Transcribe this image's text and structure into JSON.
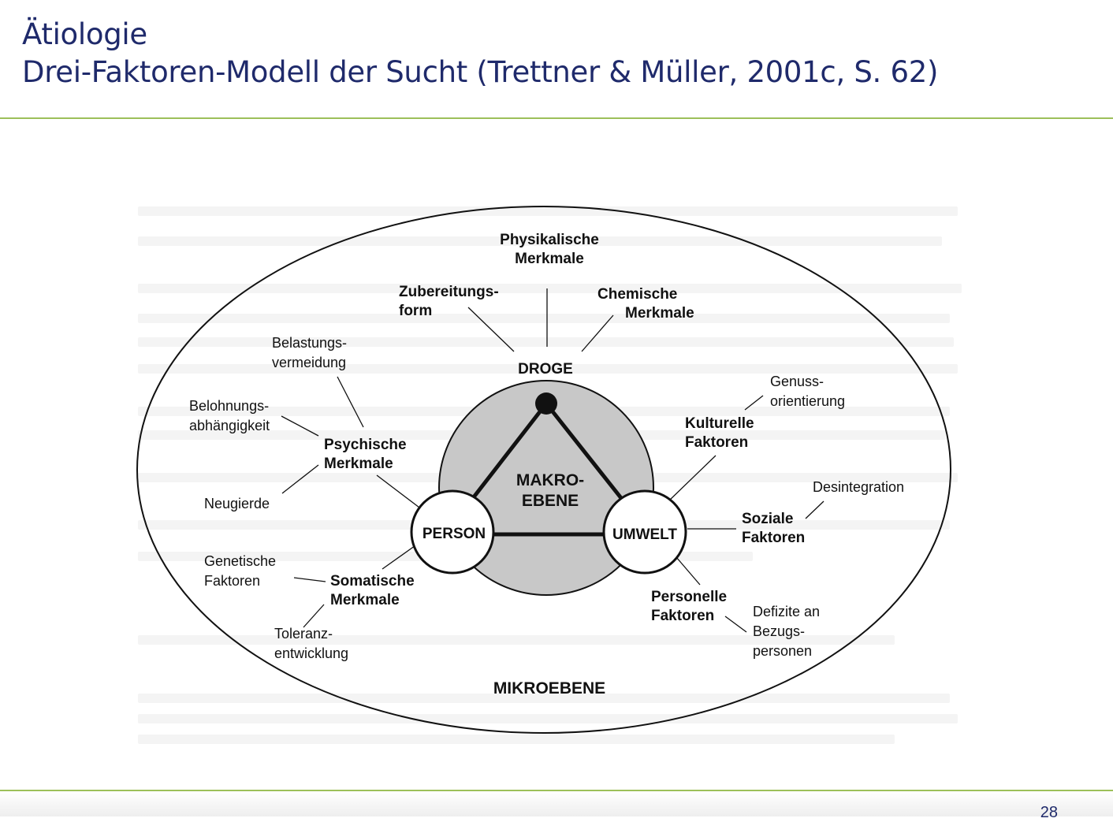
{
  "slide": {
    "title_line1": "Ätiologie",
    "title_line2": "Drei-Faktoren-Modell der Sucht (Trettner & Müller, 2001c, S. 62)",
    "page_number": "28"
  },
  "diagram": {
    "outer_label": "MIKROEBENE",
    "inner_label_line1": "MAKRO-",
    "inner_label_line2": "EBENE",
    "nodes": {
      "droge": "DROGE",
      "person": "PERSON",
      "umwelt": "UMWELT"
    },
    "drug_factors": {
      "physikalische_1": "Physikalische",
      "physikalische_2": "Merkmale",
      "zubereitung_1": "Zubereitungs-",
      "zubereitung_2": "form",
      "chemische_1": "Chemische",
      "chemische_2": "Merkmale"
    },
    "person_factors": {
      "psychische_1": "Psychische",
      "psychische_2": "Merkmale",
      "somatische_1": "Somatische",
      "somatische_2": "Merkmale",
      "belastung_1": "Belastungs-",
      "belastung_2": "vermeidung",
      "belohnung_1": "Belohnungs-",
      "belohnung_2": "abhängigkeit",
      "neugierde": "Neugierde",
      "genetische_1": "Genetische",
      "genetische_2": "Faktoren",
      "toleranz_1": "Toleranz-",
      "toleranz_2": "entwicklung"
    },
    "environment_factors": {
      "kulturelle_1": "Kulturelle",
      "kulturelle_2": "Faktoren",
      "soziale_1": "Soziale",
      "soziale_2": "Faktoren",
      "personelle_1": "Personelle",
      "personelle_2": "Faktoren",
      "genuss_1": "Genuss-",
      "genuss_2": "orientierung",
      "desintegration": "Desintegration",
      "defizite_1": "Defizite an",
      "defizite_2": "Bezugs-",
      "defizite_3": "personen"
    }
  },
  "colors": {
    "title": "#1f2a6b",
    "rule": "#9cc05a",
    "makro_fill": "#c8c8c8"
  }
}
